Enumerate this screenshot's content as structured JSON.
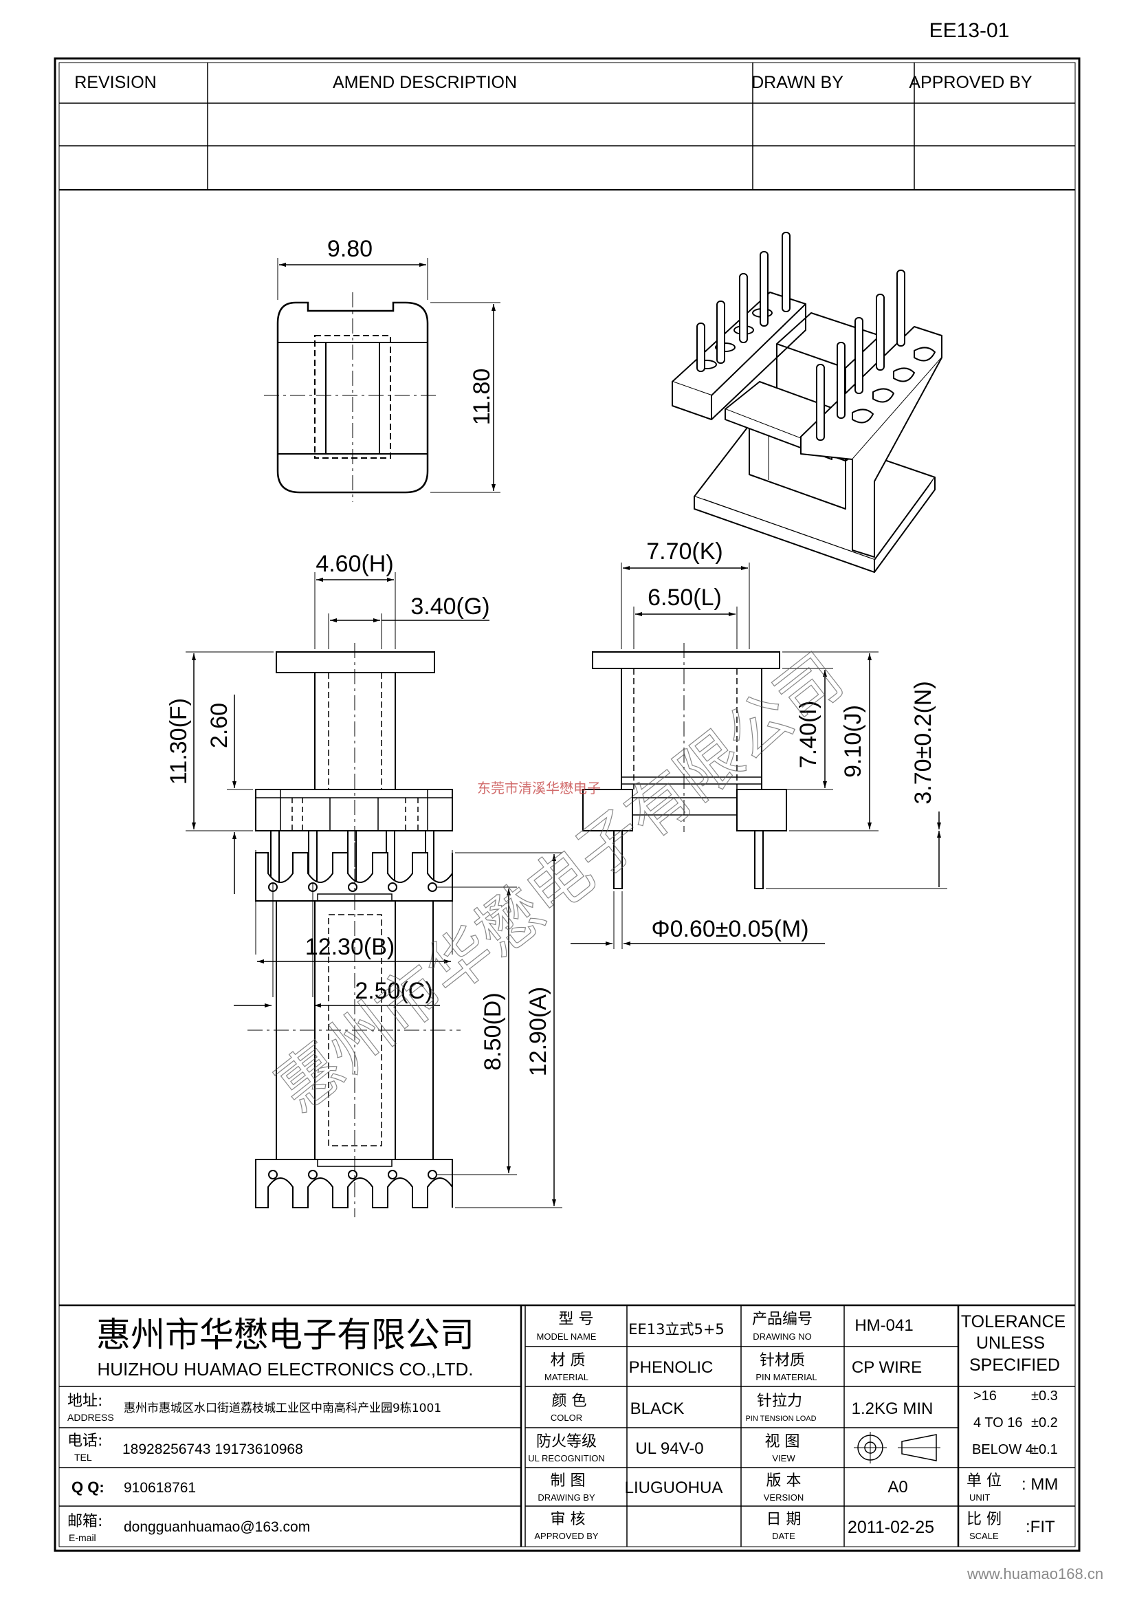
{
  "doc_number": "EE13-01",
  "revision_table": {
    "headers": [
      "REVISION",
      "AMEND DESCRIPTION",
      "DRAWN BY",
      "APPROVED BY"
    ],
    "rows": [
      [
        "",
        "",
        "",
        ""
      ],
      [
        "",
        "",
        "",
        ""
      ]
    ]
  },
  "dimensions": {
    "top_width": "9.80",
    "top_height": "11.80",
    "front_H": "4.60(H)",
    "front_G": "3.40(G)",
    "front_F": "11.30(F)",
    "front_260": "2.60",
    "side_K": "7.70(K)",
    "side_L": "6.50(L)",
    "side_I": "7.40(I)",
    "side_J": "9.10(J)",
    "side_N": "3.70±0.2(N)",
    "pin_M": "Φ0.60±0.05(M)",
    "bottom_B": "12.30(B)",
    "bottom_C": "2.50(C)",
    "bottom_D": "8.50(D)",
    "bottom_A": "12.90(A)"
  },
  "watermark": {
    "big": "惠州市华懋电子有限公司",
    "small": "东莞市清溪华懋电子"
  },
  "company": {
    "name_cn": "惠州市华懋电子有限公司",
    "name_en": "HUIZHOU HUAMAO ELECTRONICS CO.,LTD.",
    "address_label_cn": "地址:",
    "address_label_en": "ADDRESS",
    "address": "惠州市惠城区水口街道荔枝城工业区中南高科产业园9栋1001",
    "tel_label_cn": "电话:",
    "tel_label_en": "TEL",
    "tel": "18928256743  19173610968",
    "qq_label": "Q Q:",
    "qq": "910618761",
    "email_label_cn": "邮箱:",
    "email_label_en": "E-mail",
    "email": "dongguanhuamao@163.com"
  },
  "title_block": {
    "model_cn": "型 号",
    "model_en": "MODEL  NAME",
    "model": "EE13立式5+5",
    "drawing_no_cn": "产品编号",
    "drawing_no_en": "DRAWING  NO",
    "drawing_no": "HM-041",
    "material_cn": "材 质",
    "material_en": "MATERIAL",
    "material": "PHENOLIC",
    "pin_material_cn": "针材质",
    "pin_material_en": "PIN MATERIAL",
    "pin_material": "CP WIRE",
    "color_cn": "颜 色",
    "color_en": "COLOR",
    "color": "BLACK",
    "pin_tension_cn": "针拉力",
    "pin_tension_en": "PIN TENSION LOAD",
    "pin_tension": "1.2KG MIN",
    "ul_cn": "防火等级",
    "ul_en": "UL RECOGNITION",
    "ul": "UL 94V-0",
    "view_cn": "视 图",
    "view_en": "VIEW",
    "drawing_by_cn": "制 图",
    "drawing_by_en": "DRAWING  BY",
    "drawing_by": "LIUGUOHUA",
    "version_cn": "版 本",
    "version_en": "VERSION",
    "version": "A0",
    "approved_cn": "审 核",
    "approved_en": "APPROVED BY",
    "approved": "",
    "date_cn": "日 期",
    "date_en": "DATE",
    "date": "2011-02-25",
    "tolerance_l1": "TOLERANCE",
    "tolerance_l2": "UNLESS",
    "tolerance_l3": "SPECIFIED",
    "tol_rows": [
      {
        "range": ">16",
        "value": "±0.3"
      },
      {
        "range": "4 TO 16",
        "value": "±0.2"
      },
      {
        "range": "BELOW 4",
        "value": "±0.1"
      }
    ],
    "unit_cn": "单 位",
    "unit_en": "UNIT",
    "unit": ": MM",
    "scale_cn": "比 例",
    "scale_en": "SCALE",
    "scale": ":FIT"
  },
  "website": "www.huamao168.cn"
}
